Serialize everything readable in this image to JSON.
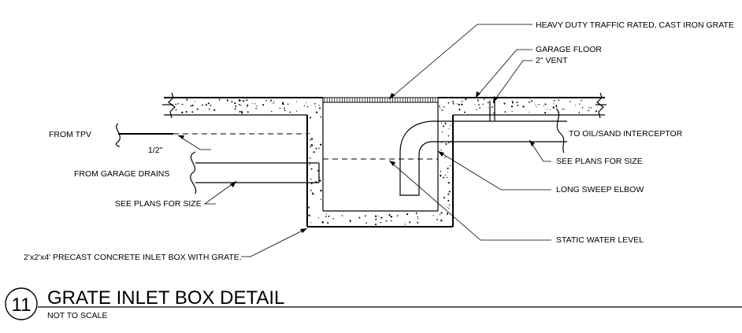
{
  "detail": {
    "number": "11",
    "title": "GRATE INLET BOX DETAIL",
    "scale_note": "NOT TO SCALE"
  },
  "labels": {
    "grate": "HEAVY DUTY TRAFFIC RATED, CAST IRON GRATE",
    "garage_floor": "GARAGE FLOOR",
    "vent": "2\" VENT",
    "from_tpv": "FROM TPV",
    "half_inch": "1/2\"",
    "to_interceptor": "TO OIL/SAND INTERCEPTOR",
    "see_plans_right": "SEE PLANS FOR SIZE",
    "from_garage_drains": "FROM GARAGE DRAINS",
    "long_sweep_elbow": "LONG SWEEP ELBOW",
    "see_plans_left": "SEE PLANS FOR SIZE",
    "static_water_level": "STATIC WATER LEVEL",
    "inlet_box": "2'x2'x4' PRECAST CONCRETE INLET BOX WITH GRATE."
  }
}
